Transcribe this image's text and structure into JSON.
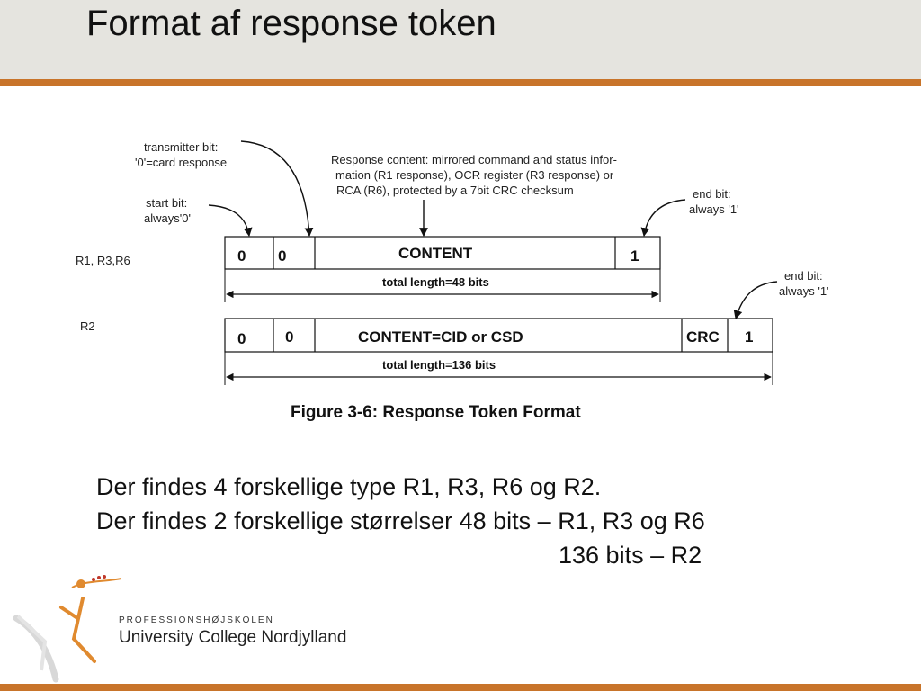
{
  "slide": {
    "title": "Format af response token",
    "body_lines": [
      "Der findes 4 forskellige type R1, R3, R6 og R2.",
      "Der findes 2 forskellige størrelser 48 bits – R1, R3 og R6",
      "136 bits – R2"
    ]
  },
  "diagram": {
    "annotations": {
      "transmitter_bit": [
        "transmitter bit:",
        "'0'=card response"
      ],
      "start_bit": [
        "start bit:",
        "always'0'"
      ],
      "response_content": [
        "Response content: mirrored command and status infor-",
        "mation (R1 response), OCR register (R3 response) or",
        "RCA (R6), protected by a 7bit CRC checksum"
      ],
      "end_bit_r1": [
        "end bit:",
        "always '1'"
      ],
      "end_bit_r2": [
        "end bit:",
        "always '1'"
      ]
    },
    "rows": [
      {
        "label": "R1, R3,R6",
        "cells": [
          "0",
          "0",
          "CONTENT",
          "1"
        ],
        "total_length": "total length=48 bits"
      },
      {
        "label": "R2",
        "cells": [
          "0",
          "0",
          "CONTENT=CID or CSD",
          "CRC",
          "1"
        ],
        "total_length": "total length=136 bits"
      }
    ],
    "caption": "Figure 3-6: Response Token Format"
  },
  "logo": {
    "school": "PROFESSIONSHØJSKOLEN",
    "name": "University College Nordjylland"
  },
  "colors": {
    "header_bg": "#e5e4df",
    "accent": "#c8742a",
    "text": "#111111"
  }
}
